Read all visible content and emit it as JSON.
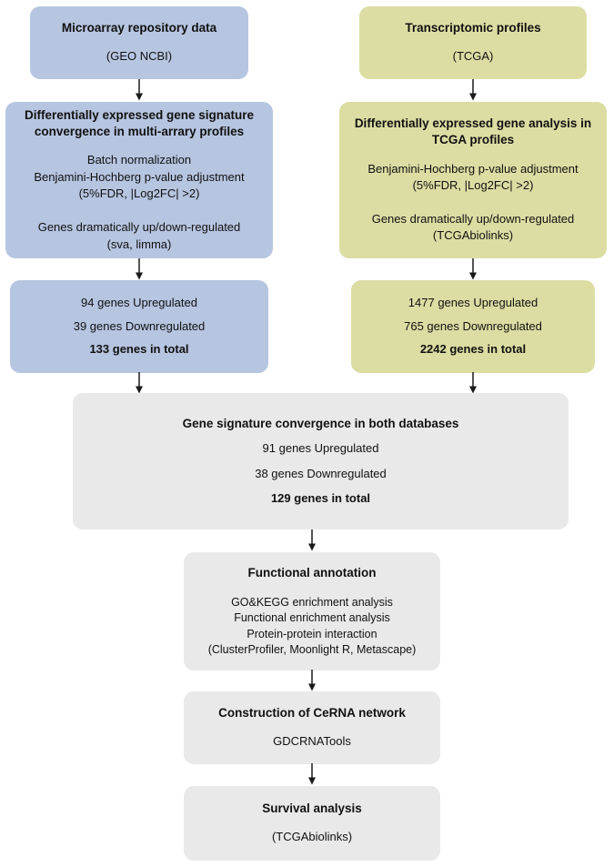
{
  "colors": {
    "blue": "#b6c5e0",
    "yellow": "#dcdda3",
    "gray": "#e9e9e9",
    "arrow": "#1a1a1a",
    "text": "#111111"
  },
  "boxes": {
    "microarray_source": {
      "title": "Microarray repository data",
      "body": [
        "(GEO NCBI)"
      ]
    },
    "transcriptomic_source": {
      "title": "Transcriptomic profiles",
      "body": [
        "(TCGA)"
      ]
    },
    "deg_microarray": {
      "title": "Differentially expressed gene signature convergence in multi-arrary profiles",
      "body": [
        "Batch normalization",
        "Benjamini-Hochberg p-value adjustment",
        "(5%FDR, |Log2FC| >2)",
        "",
        "Genes dramatically up/down-regulated",
        "(sva, limma)"
      ]
    },
    "deg_tcga": {
      "title": "Differentially expressed gene analysis in TCGA profiles",
      "body": [
        "Benjamini-Hochberg p-value adjustment",
        "(5%FDR, |Log2FC| >2)",
        "",
        "Genes dramatically up/down-regulated",
        "(TCGAbiolinks)"
      ]
    },
    "microarray_results": {
      "lines": [
        "94 genes Upregulated",
        "39 genes Downregulated"
      ],
      "total": "133 genes in total"
    },
    "tcga_results": {
      "lines": [
        "1477 genes Upregulated",
        "765 genes Downregulated"
      ],
      "total": "2242 genes in total"
    },
    "convergence": {
      "title": "Gene signature convergence in both databases",
      "lines": [
        "91 genes Upregulated",
        "38 genes Downregulated"
      ],
      "total": "129 genes in total"
    },
    "functional_annotation": {
      "title": "Functional annotation",
      "body": [
        "GO&KEGG enrichment analysis",
        "Functional enrichment analysis",
        "Protein-protein interaction",
        "(ClusterProfiler, Moonlight R, Metascape)"
      ]
    },
    "cerna_network": {
      "title": "Construction of CeRNA network",
      "body": [
        "GDCRNATools"
      ]
    },
    "survival_analysis": {
      "title": "Survival analysis",
      "body": [
        "(TCGAbiolinks)"
      ]
    }
  }
}
